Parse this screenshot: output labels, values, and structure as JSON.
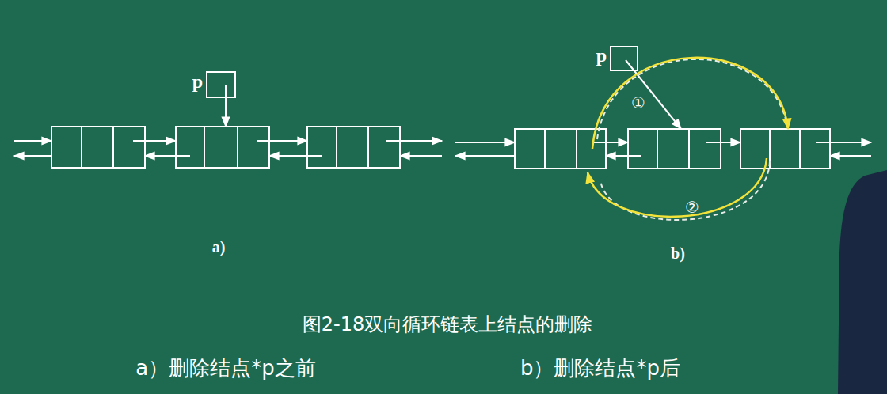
{
  "diagram": {
    "caption": "图2-18双向循环链表上结点的删除",
    "nodes": [
      {
        "text": [
          "p"
        ]
      },
      {
        "text": [
          "p"
        ]
      }
    ],
    "labels": [
      "a)",
      "①",
      "②",
      "b)",
      "a）删除结点*p之前",
      "b）删除结点*p后"
    ]
  }
}
